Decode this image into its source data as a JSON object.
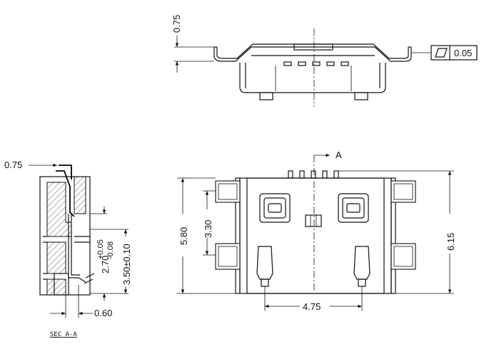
{
  "top_view": {
    "dim_height": "0.75",
    "flatness_value": "0.05",
    "flatness_symbol": "flatness-parallelogram"
  },
  "section_view": {
    "dim_top": "0.75",
    "dim_total": "3.50±0.10",
    "dim_inner_base": "2.70",
    "dim_inner_plus": "+0.05",
    "dim_inner_minus": "-0.08",
    "dim_bottom": "0.60",
    "label": "SEC A-A"
  },
  "front_view": {
    "section_marker": "A",
    "dim_left_height": "5.80",
    "dim_inner_pitch": "3.30",
    "dim_right_height": "6.15",
    "dim_width": "4.75"
  }
}
